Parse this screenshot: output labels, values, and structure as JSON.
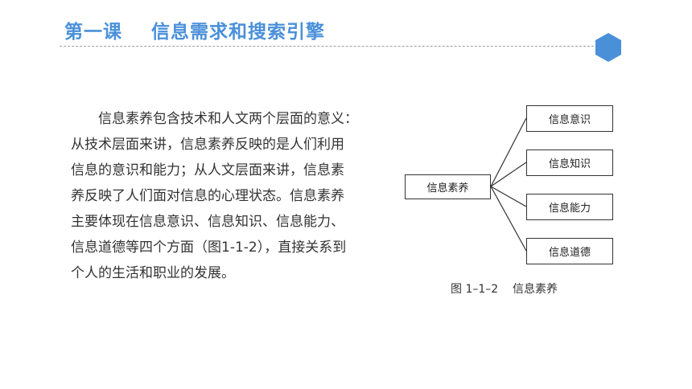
{
  "header": {
    "title": "第一课    信息需求和搜索引擎",
    "accent_color": "#4a90d9",
    "badge_icon": "hexagon-icon"
  },
  "content": {
    "paragraph_lines": [
      "信息素养包含技术和人文两个层面的意义：",
      "从技术层面来讲，信息素养反映的是人们利用",
      "信息的意识和能力；从人文层面来讲，信息素",
      "养反映了人们面对信息的心理状态。信息素养",
      "主要体现在信息意识、信息知识、信息能力、",
      "信息道德等四个方面（图1-1-2），直接关系到",
      "个人的生活和职业的发展。"
    ]
  },
  "figure": {
    "root": "信息素养",
    "children": [
      "信息意识",
      "信息知识",
      "信息能力",
      "信息道德"
    ],
    "caption": "图 1–1–2    信息素养"
  }
}
